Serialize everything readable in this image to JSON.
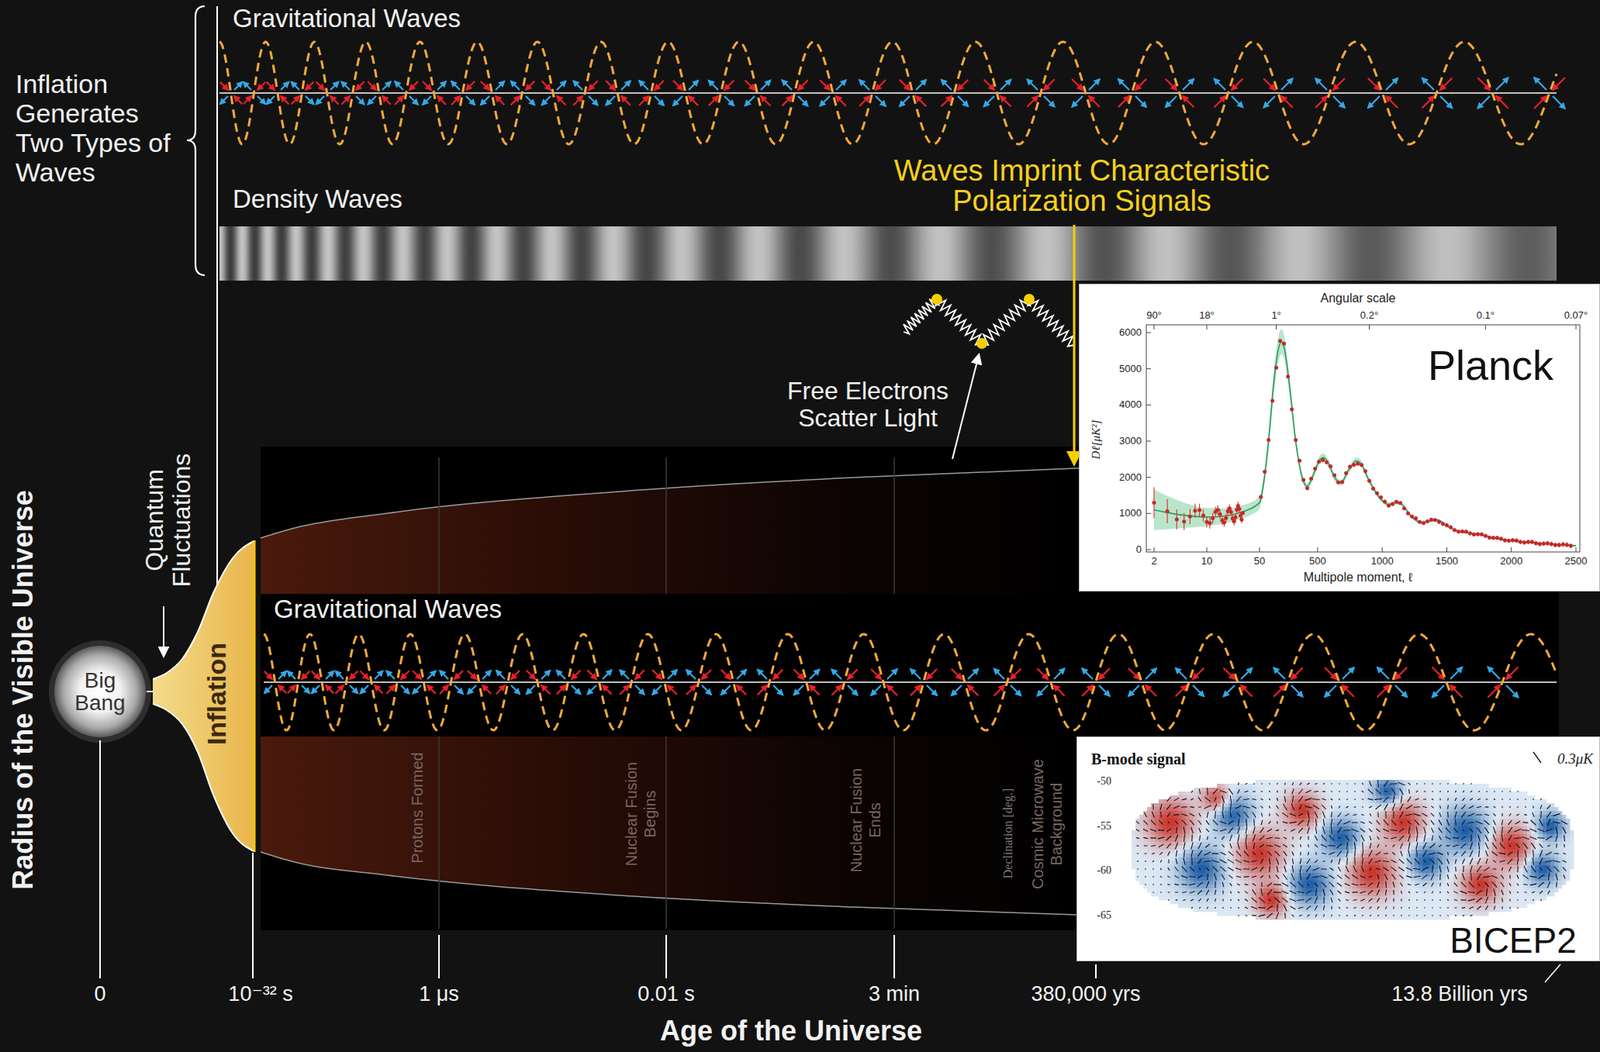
{
  "diagram": {
    "nodes": [
      {
        "text": [
          "Big Bang"
        ]
      },
      {
        "text": [
          "Inflation"
        ]
      },
      {
        "text": [
          "Planck",
          "Angular scale",
          "90°",
          "18°",
          "1°",
          "0.2°",
          "0.1°",
          "0.07°",
          "6000",
          "5000",
          "4000",
          "3000",
          "2000",
          "1000",
          "0",
          "2",
          "10",
          "50",
          "500",
          "1000",
          "1500",
          "2000",
          "2500",
          "Multipole moment, ℓ",
          "Dℓ[μK²]"
        ]
      },
      {
        "text": [
          "B-mode signal",
          "0.3μK",
          "-50",
          "-55",
          "-60",
          "-65",
          "BICEP2"
        ]
      }
    ],
    "edges": [
      {
        "from": 0,
        "to": 1,
        "arrow": "none"
      }
    ],
    "labels": [
      "Gravitational Waves",
      "Inflation Generates Two Types of Waves",
      "Density Waves",
      "Waves Imprint Characteristic Polarization Signals",
      "Free Electrons Scatter Light",
      "Quantum Fluctuations",
      "Radius of the Visible Universe",
      "Protons Formed",
      "Nuclear Fusion Begins",
      "Nuclear Fusion Ends",
      "Cosmic Microwave Background",
      "Gravitational Waves",
      "Declination [deg.]",
      "0",
      "10⁻³² s",
      "1 μs",
      "0.01 s",
      "3 min",
      "380,000 yrs",
      "13.8 Billion yrs",
      "Age of the Universe"
    ]
  }
}
